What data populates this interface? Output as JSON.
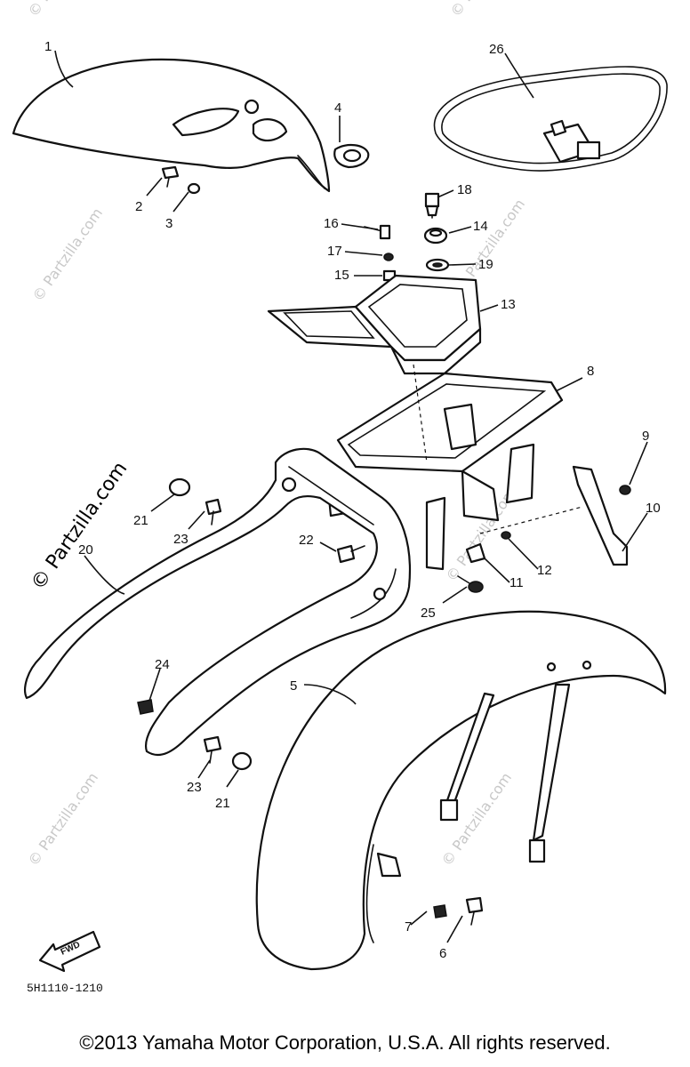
{
  "diagram": {
    "callouts": [
      "1",
      "2",
      "3",
      "4",
      "5",
      "6",
      "7",
      "8",
      "9",
      "10",
      "11",
      "12",
      "13",
      "14",
      "15",
      "16",
      "17",
      "18",
      "19",
      "20",
      "21",
      "22",
      "23",
      "24",
      "25",
      "26"
    ],
    "callouts_extra": [
      "21",
      "23"
    ],
    "watermark": "© Partzilla.com",
    "fwd_label": "FWD",
    "drawing_code": "5H1110-1210"
  },
  "footer": {
    "copyright": "©2013 Yamaha Motor Corporation, U.S.A. All rights reserved."
  }
}
